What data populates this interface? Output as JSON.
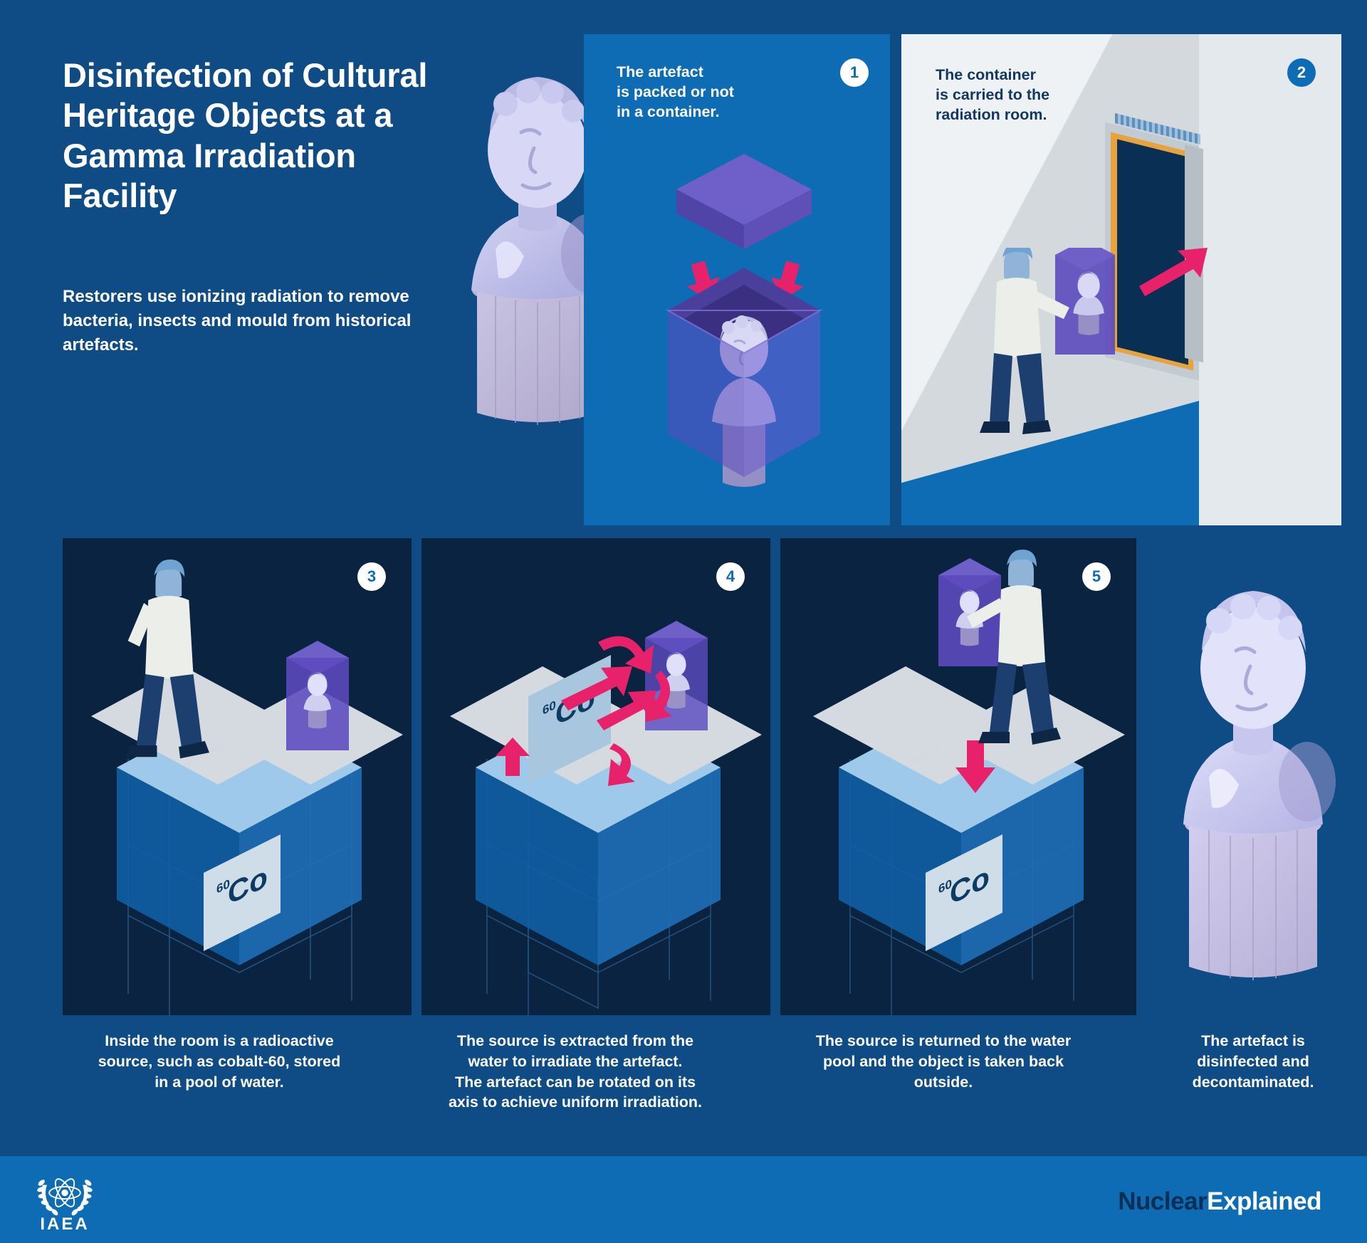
{
  "header": {
    "title": "Disinfection of Cultural Heritage Objects at a Gamma Irradiation Facility",
    "subtitle": "Restorers use ionizing radiation to remove bacteria, insects and mould from historical artefacts."
  },
  "colors": {
    "background": "#0f4c86",
    "panel_blue": "#0d6cb4",
    "panel_light": "#d3d9dd",
    "panel_dark": "#0a2341",
    "accent_pink": "#e8226a",
    "container_purple": "#5c4abe",
    "statue_lavender": "#c6c6ee",
    "text_light": "#ffffff",
    "text_dark": "#13375f",
    "footer_blue": "#0d6cb4",
    "logo_navy": "#0a2f56"
  },
  "steps": [
    {
      "number": "1",
      "text": "The artefact\nis packed or not\nin a container.",
      "caption": ""
    },
    {
      "number": "2",
      "text": "The container\nis carried to the\nradiation room.",
      "caption": ""
    },
    {
      "number": "3",
      "text": "",
      "caption": "Inside the room is a radioactive\nsource, such as cobalt-60, stored\nin a pool of water."
    },
    {
      "number": "4",
      "text": "",
      "caption": "The source is extracted from the\nwater to irradiate the artefact.\nThe artefact can be rotated on its\naxis to achieve uniform irradiation."
    },
    {
      "number": "5",
      "text": "",
      "caption": "The source is returned to the water\npool and the object is taken back\noutside."
    },
    {
      "number": "",
      "text": "",
      "caption": "The artefact is\ndisinfected and\ndecontaminated."
    }
  ],
  "labels": {
    "cobalt_superscript": "60",
    "cobalt_symbol": "Co"
  },
  "footer": {
    "organization": "IAEA",
    "brand_first": "Nuclear",
    "brand_second": "Explained"
  }
}
